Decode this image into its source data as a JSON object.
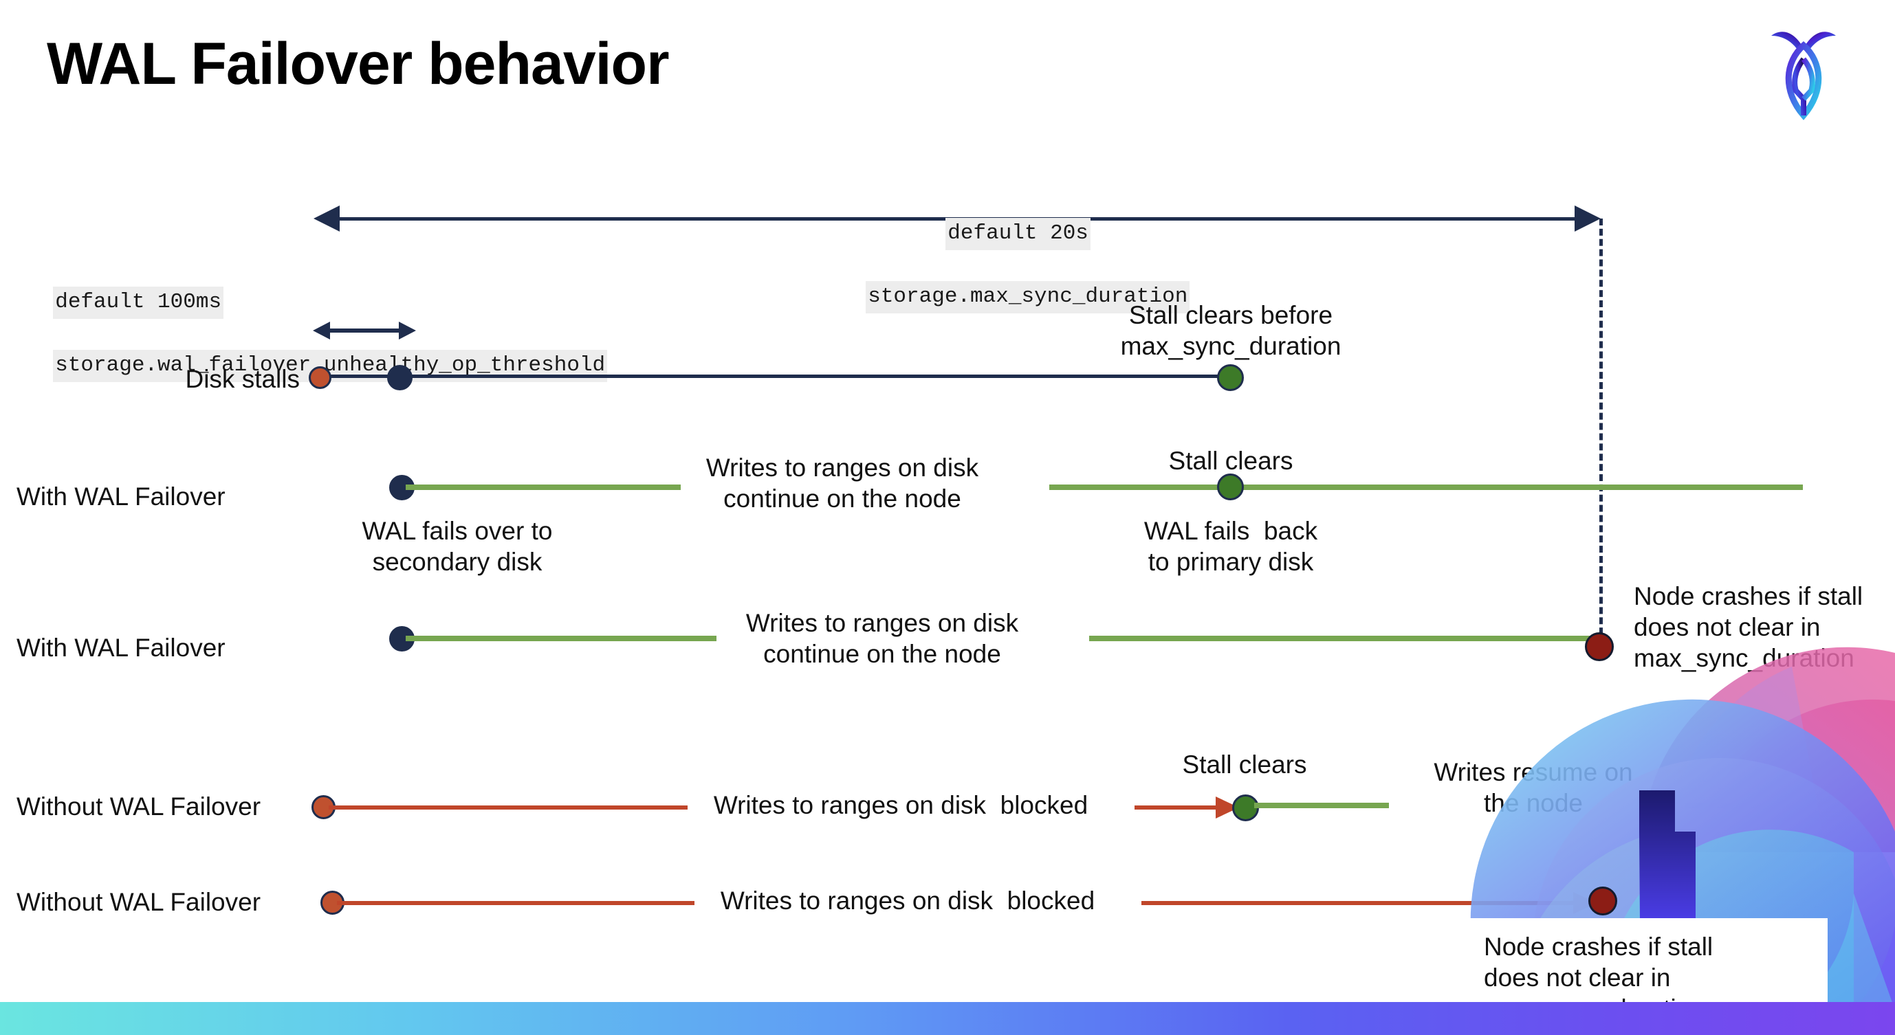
{
  "slide": {
    "title": "WAL Failover behavior",
    "logo_name": "cockroachdb-logo"
  },
  "annotations": {
    "max_sync_duration": {
      "default_label": "default 20s",
      "setting_name": "storage.max_sync_duration"
    },
    "unhealthy_op_threshold": {
      "default_label": "default 100ms",
      "setting_name": "storage.wal_failover.unhealthy_op_threshold"
    }
  },
  "rows": [
    {
      "id": "disk-stalls",
      "label": "Disk stalls",
      "note_right": "Stall clears before\nmax_sync_duration"
    },
    {
      "id": "with-wal-failover-clears",
      "label": "With WAL Failover",
      "note_start": "WAL fails over to\nsecondary disk",
      "note_middle": "Writes to ranges on disk\ncontinue on the node",
      "note_clear_top": "Stall clears",
      "note_clear_bottom": "WAL fails  back\nto primary disk"
    },
    {
      "id": "with-wal-failover-crash",
      "label": "With WAL Failover",
      "note_middle": "Writes to ranges on disk\ncontinue on the node",
      "note_crash": "Node crashes if stall\ndoes not clear in\nmax_sync_duration"
    },
    {
      "id": "without-wal-failover-clears",
      "label": "Without WAL Failover",
      "note_middle": "Writes to ranges on disk  blocked",
      "note_clear": "Stall clears",
      "note_resume": "Writes resume on\nthe node"
    },
    {
      "id": "without-wal-failover-crash",
      "label": "Without WAL Failover",
      "note_middle": "Writes to ranges on disk  blocked",
      "note_crash": "Node crashes if stall\ndoes not clear in\nmax_sync_duration"
    }
  ],
  "colors": {
    "navy": "#1f2d4d",
    "green_line": "#77a650",
    "green_dot": "#3d7a28",
    "red_line": "#c0462a",
    "red_dot": "#c0512f",
    "dark_red_dot": "#8c1d15",
    "code_bg": "#ededed"
  }
}
